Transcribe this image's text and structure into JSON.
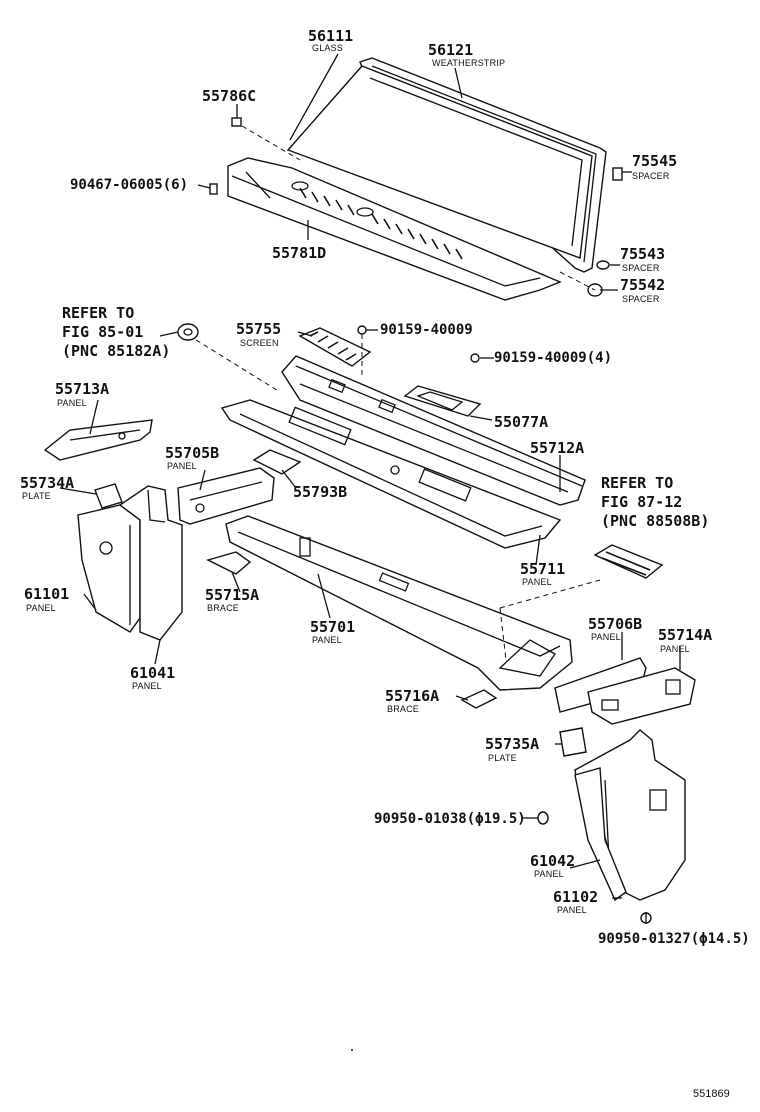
{
  "callouts": {
    "c56111": {
      "pn": "56111",
      "desc": "GLASS"
    },
    "c56121": {
      "pn": "56121",
      "desc": "WEATHERSTRIP"
    },
    "c55786c": {
      "pn": "55786C"
    },
    "c90467": {
      "pn": "90467-06005(6)"
    },
    "c75545": {
      "pn": "75545",
      "desc": "SPACER"
    },
    "c55781d": {
      "pn": "55781D"
    },
    "c75543": {
      "pn": "75543",
      "desc": "SPACER"
    },
    "c75542": {
      "pn": "75542",
      "desc": "SPACER"
    },
    "c55755": {
      "pn": "55755",
      "desc": "SCREEN"
    },
    "c90159a": {
      "pn": "90159-40009"
    },
    "c90159b": {
      "pn": "90159-40009(4)"
    },
    "c55713a": {
      "pn": "55713A",
      "desc": "PANEL"
    },
    "c55077a": {
      "pn": "55077A"
    },
    "c55712a": {
      "pn": "55712A"
    },
    "c55705b": {
      "pn": "55705B",
      "desc": "PANEL"
    },
    "c55734a": {
      "pn": "55734A",
      "desc": "PLATE"
    },
    "c55793b": {
      "pn": "55793B"
    },
    "c55711": {
      "pn": "55711",
      "desc": "PANEL"
    },
    "c61101": {
      "pn": "61101",
      "desc": "PANEL"
    },
    "c55715a": {
      "pn": "55715A",
      "desc": "BRACE"
    },
    "c55701": {
      "pn": "55701",
      "desc": "PANEL"
    },
    "c61041": {
      "pn": "61041",
      "desc": "PANEL"
    },
    "c55706b": {
      "pn": "55706B",
      "desc": "PANEL"
    },
    "c55714a": {
      "pn": "55714A",
      "desc": "PANEL"
    },
    "c55716a": {
      "pn": "55716A",
      "desc": "BRACE"
    },
    "c55735a": {
      "pn": "55735A",
      "desc": "PLATE"
    },
    "c90950a": {
      "pn": "90950-01038(ϕ19.5)"
    },
    "c61042": {
      "pn": "61042",
      "desc": "PANEL"
    },
    "c61102": {
      "pn": "61102",
      "desc": "PANEL"
    },
    "c90950b": {
      "pn": "90950-01327(ϕ14.5)"
    }
  },
  "refer1": {
    "line1": "REFER TO",
    "line2": "FIG 85-01",
    "line3": "(PNC 85182A)"
  },
  "refer2": {
    "line1": "REFER TO",
    "line2": "FIG 87-12",
    "line3": "(PNC 88508B)"
  },
  "figure_id": "551869"
}
